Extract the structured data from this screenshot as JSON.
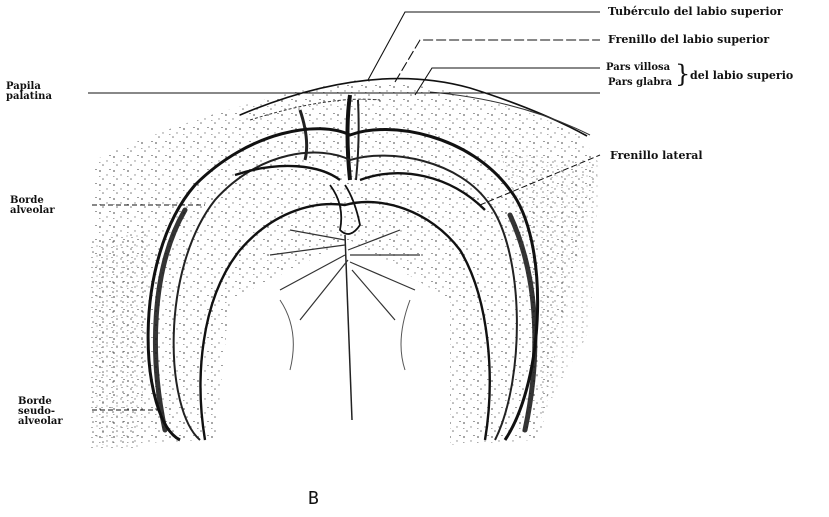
{
  "figure": {
    "letter": "B",
    "labels": {
      "tuberculo": "Tubérculo del labio superior",
      "frenillo_sup": "Frenillo del labio superior",
      "pars_villosa": "Pars villosa",
      "pars_glabra": "Pars glabra",
      "del_labio": "del labio superio",
      "frenillo_lateral": "Frenillo lateral",
      "papila_l1": "Papila",
      "papila_l2": "palatina",
      "borde_alv_l1": "Borde",
      "borde_alv_l2": "alveolar",
      "borde_seudo_l1": "Borde",
      "borde_seudo_l2": "seudo-",
      "borde_seudo_l3": "alveolar"
    }
  }
}
